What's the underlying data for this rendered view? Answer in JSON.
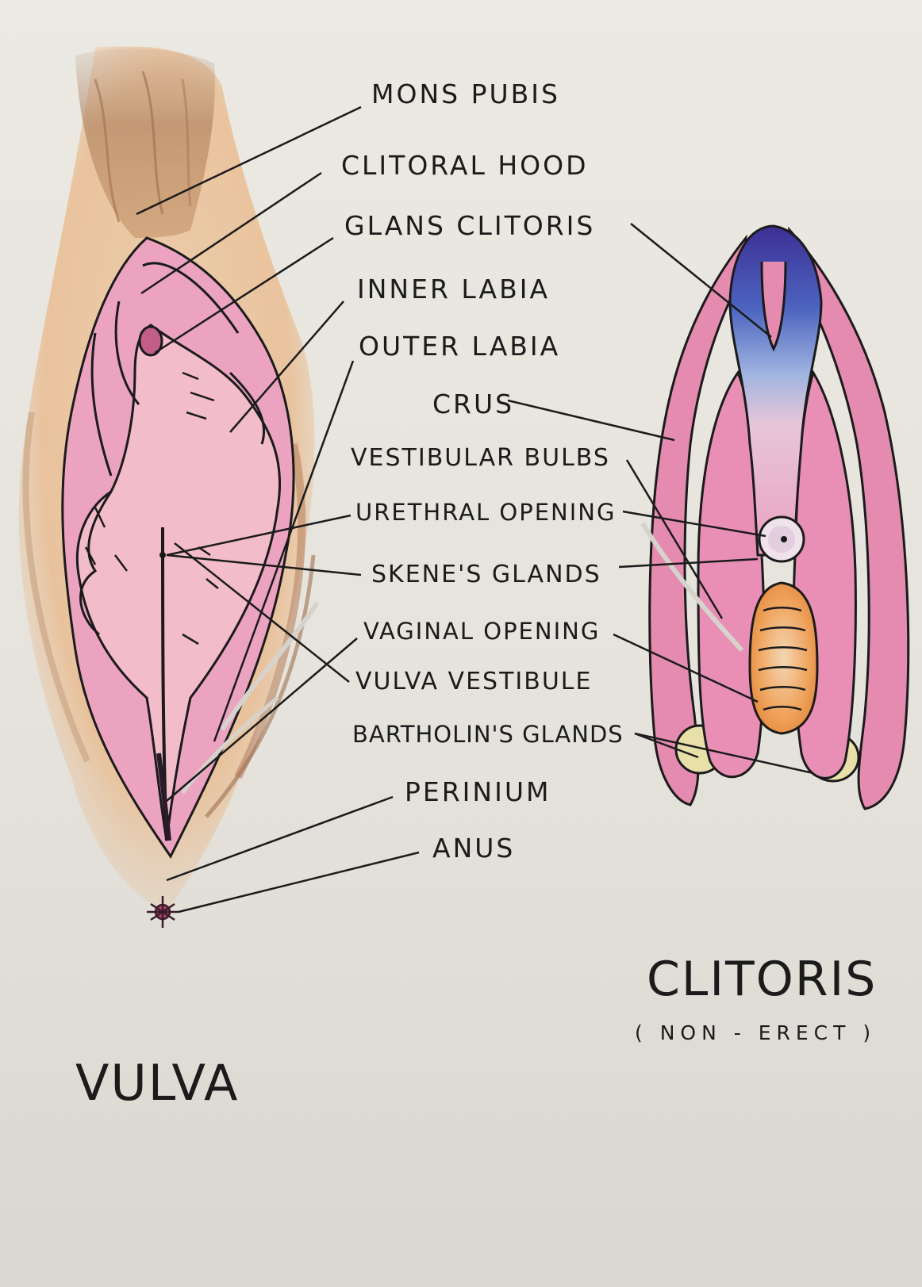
{
  "labels": {
    "mons_pubis": "MONS PUBIS",
    "clitoral_hood": "CLITORAL HOOD",
    "glans_clitoris": "GLANS CLITORIS",
    "inner_labia": "INNER LABIA",
    "outer_labia": "OUTER LABIA",
    "crus": "CRUS",
    "vestibular_bulbs": "VESTIBULAR BULBS",
    "urethral_opening": "URETHRAL OPENING",
    "skenes_glands": "SKENE'S GLANDS",
    "vaginal_opening": "VAGINAL OPENING",
    "vulva_vestibule": "VULVA VESTIBULE",
    "bartholins_glands": "BARTHOLIN'S GLANDS",
    "perinium": "PERINIUM",
    "anus": "ANUS"
  },
  "titles": {
    "vulva": "VULVA",
    "clitoris": "CLITORIS",
    "clitoris_note": "( NON - ERECT )"
  },
  "colors": {
    "ink": "#1b1b1b",
    "paper": "#e8e6df",
    "pink": "#e58bb0",
    "skin": "#e6b98a",
    "purple": "#5a3f9c",
    "blue": "#7f9ad6",
    "orange": "#ec9a55"
  }
}
